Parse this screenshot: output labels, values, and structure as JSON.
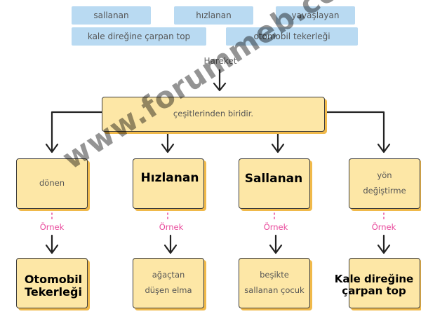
{
  "word_bank": [
    "sallanan",
    "hızlanan",
    "yavaşlayan",
    "kale direğine çarpan top",
    "otomobil tekerleği"
  ],
  "root_label": "Hareket",
  "middle_box": "çeşitlerinden biridir.",
  "categories": [
    {
      "printed": "dönen",
      "answer": "",
      "ornek": "Örnek",
      "example": "",
      "example_answer": "Otomobil\nTekerleği"
    },
    {
      "printed": "",
      "answer": "Hızlanan",
      "ornek": "Örnek",
      "example": "ağaçtan\ndüşen elma",
      "example_answer": ""
    },
    {
      "printed": "",
      "answer": "Sallanan",
      "ornek": "Örnek",
      "example": "beşikte\nsallanan çocuk",
      "example_answer": ""
    },
    {
      "printed": "yön\ndeğiştirme",
      "answer": "",
      "ornek": "Örnek",
      "example": "",
      "example_answer": "Kale direğine\nçarpan top"
    }
  ],
  "watermark": "www.forummeb.com"
}
